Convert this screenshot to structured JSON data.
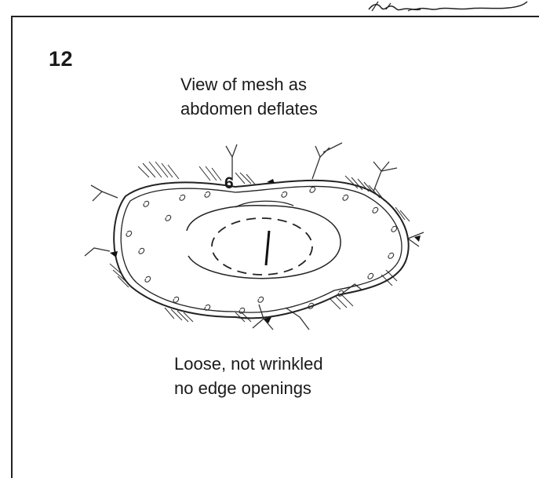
{
  "figure": {
    "step_number": "12",
    "caption_top": {
      "line1": "View of mesh as",
      "line2": "abdomen deflates"
    },
    "callout_label": "6",
    "caption_bottom": {
      "line1": "Loose, not wrinkled",
      "line2": "no edge openings"
    }
  }
}
